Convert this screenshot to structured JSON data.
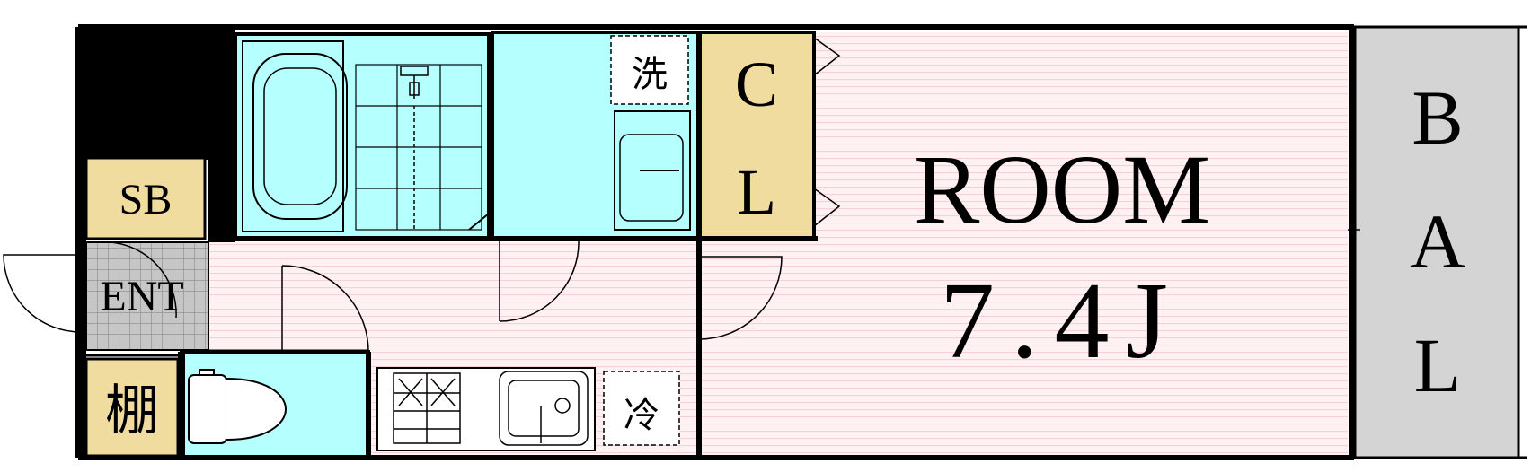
{
  "labels": {
    "room": "ROOM",
    "room_size": "7.4J",
    "closet_c": "C",
    "closet_l": "L",
    "shoe_box": "SB",
    "entrance": "ENT",
    "shelf": "棚",
    "washer": "洗",
    "fridge": "冷",
    "bal_b": "B",
    "bal_a": "A",
    "bal_l": "L"
  },
  "colors": {
    "room_floor": "#fff0f2",
    "room_lines": "#f3c6cc",
    "wet_area": "#b6ffff",
    "closet": "#f0dc9e",
    "entrance_tile": "#c6c6c6",
    "balcony": "#d4d4d4",
    "wall": "#000000"
  }
}
